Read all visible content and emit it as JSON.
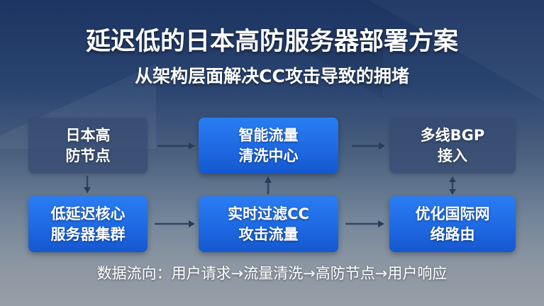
{
  "header": {
    "title": "延迟低的日本高防服务器部署方案",
    "subtitle": "从架构层面解决CC攻击导致的拥堵"
  },
  "nodes": [
    {
      "id": "jp-node",
      "line1": "日本高",
      "line2": "防节点",
      "style": "dark"
    },
    {
      "id": "cleaning-center",
      "line1": "智能流量",
      "line2": "清洗中心",
      "style": "blue"
    },
    {
      "id": "bgp",
      "line1": "多线BGP",
      "line2": "接入",
      "style": "dark"
    },
    {
      "id": "core-cluster",
      "line1": "低延迟核心",
      "line2": "服务器集群",
      "style": "blue"
    },
    {
      "id": "cc-filter",
      "line1": "实时过滤CC",
      "line2": "攻击流量",
      "style": "blue"
    },
    {
      "id": "routing",
      "line1": "优化国际网",
      "line2": "络路由",
      "style": "blue"
    }
  ],
  "edges": [
    {
      "from": "jp-node",
      "to": "cleaning-center",
      "direction": "right"
    },
    {
      "from": "cleaning-center",
      "to": "bgp",
      "direction": "right"
    },
    {
      "from": "jp-node",
      "to": "core-cluster",
      "direction": "down"
    },
    {
      "from": "cc-filter",
      "to": "cleaning-center",
      "direction": "up"
    },
    {
      "from": "bgp",
      "to": "routing",
      "direction": "bidirectional"
    },
    {
      "from": "core-cluster",
      "to": "cc-filter",
      "direction": "right"
    },
    {
      "from": "cc-filter",
      "to": "routing",
      "direction": "right"
    }
  ],
  "footer": {
    "caption": "数据流向：用户请求→流量清洗→高防节点→用户响应"
  },
  "colors": {
    "box_blue": "#1f6be4",
    "box_dark": "#344a70",
    "arrow": "#2b3b5c",
    "text": "#ffffff"
  }
}
